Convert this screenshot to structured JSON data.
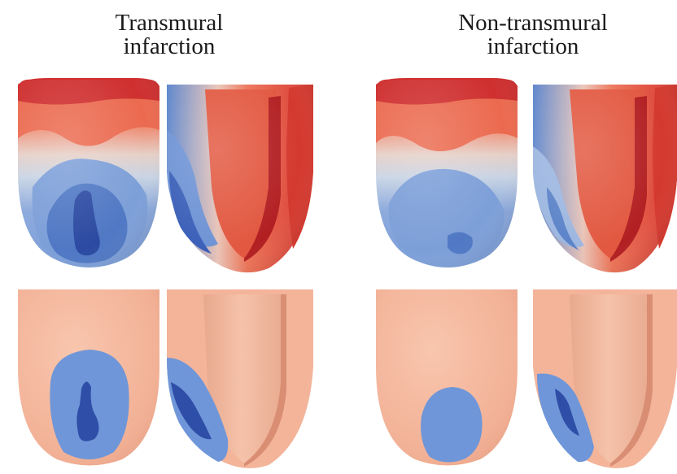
{
  "panels": {
    "left": {
      "title_line1": "Transmural",
      "title_line2": "infarction"
    },
    "right": {
      "title_line1": "Non-transmural",
      "title_line2": "infarction"
    }
  },
  "colors": {
    "tissue_healthy": "#f4b79d",
    "tissue_cut_face": "#f6c8b4",
    "infarct_border": "#6f96d8",
    "infarct_core": "#2f4ea8",
    "map_high": "#c2282c",
    "map_mid_high": "#ec6a50",
    "map_mid": "#d6dde6",
    "map_mid_low": "#9cb6e0",
    "map_low": "#5a82c8",
    "map_lowest": "#274a9a"
  }
}
